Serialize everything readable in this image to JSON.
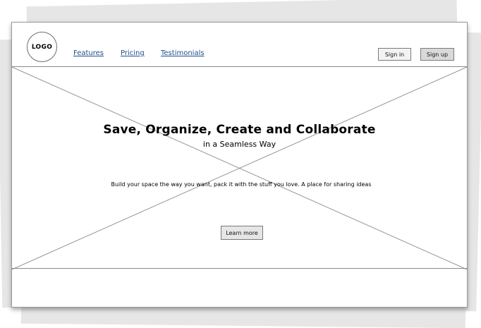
{
  "header": {
    "logo": "LOGO",
    "nav": [
      {
        "label": "Features"
      },
      {
        "label": "Pricing"
      },
      {
        "label": "Testimonials"
      }
    ],
    "signin_label": "Sign in",
    "signup_label": "Sign up"
  },
  "hero": {
    "title": "Save, Organize, Create and Collaborate",
    "subtitle": "in a Seamless Way",
    "description": "Build your space the way you want, pack it with the stuff you love. A place for sharing ideas",
    "cta_label": "Learn more"
  },
  "colors": {
    "link": "#1f4f8b",
    "signup_bg": "#d9d9d9",
    "signin_bg": "#f3f3f3",
    "cta_bg": "#e6e6e6"
  }
}
